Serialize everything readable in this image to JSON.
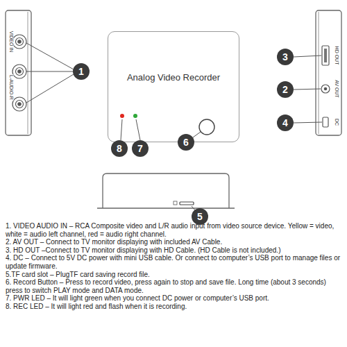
{
  "diagram": {
    "nodes": [
      {
        "text": [
          "Analog Video Recorder"
        ]
      },
      {
        "text": [
          "1"
        ]
      },
      {
        "text": [
          "2"
        ]
      },
      {
        "text": [
          "3"
        ]
      },
      {
        "text": [
          "4"
        ]
      },
      {
        "text": [
          "5"
        ]
      },
      {
        "text": [
          "6"
        ]
      },
      {
        "text": [
          "7"
        ]
      },
      {
        "text": [
          "8"
        ]
      }
    ],
    "labels": [
      "VIDEO IN",
      "L-AUDIO-R",
      "HD OUT",
      "AV OUT",
      "DC",
      "1. VIDEO AUDIO IN – RCA Composite video and L/R audio input from video source device. Yellow = video, white = audio left channel, red = audio right channel.",
      "2. AV OUT – Connect to TV monitor displaying with included AV Cable.",
      "3. HD OUT –Connect to TV monitor displaying with HD Cable. (HD Cable is not included.)",
      "4. DC – Connect to 5V DC power with mini USB cable. Or connect to computer’s USB port to manage files or update firmware.",
      "5.TF card slot – PlugTF card saving record file.",
      "6. Record Button – Press to record video, press again to stop and save file. Long time (about 3 seconds) press to switch PLAY mode and DATA mode.",
      "7. PWR LED – It will light green when you connect DC power or computer’s USB port.",
      "8. REC LED – It will light red and flash when it is recording."
    ]
  }
}
